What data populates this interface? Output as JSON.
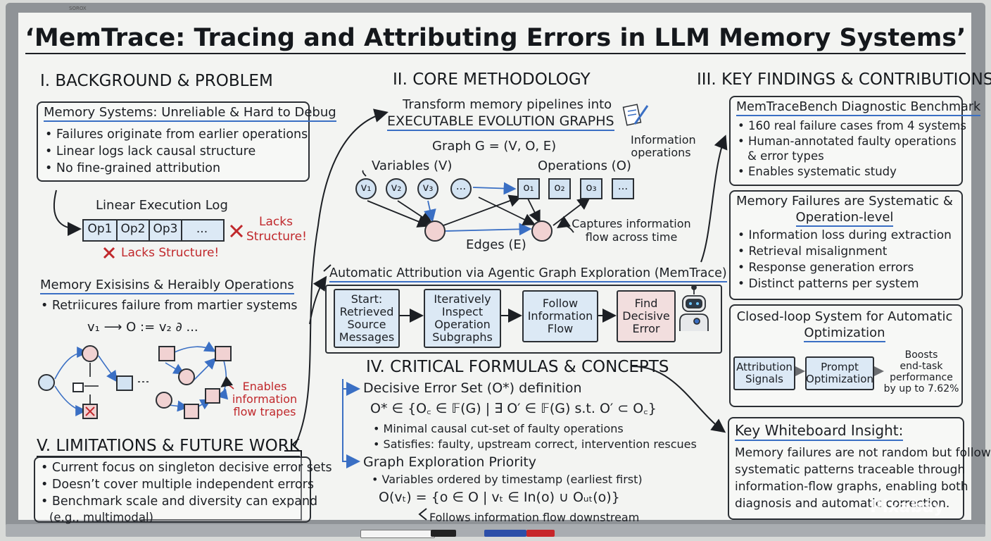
{
  "title": "‘MemTrace: Tracing and Attributing Errors in LLM Memory Systems’",
  "board_label": "SOROX",
  "section1": {
    "heading": "I. BACKGROUND & PROBLEM",
    "box_title": "Memory Systems: Unreliable & Hard to Debug",
    "bullets": [
      "Failures originate from earlier operations",
      "Linear logs lack causal structure",
      "No fine-grained attribution"
    ],
    "log_title": "Linear Execution Log",
    "log_cells": [
      "Op1",
      "Op2",
      "Op3",
      "..."
    ],
    "lacks_a": "Lacks",
    "lacks_b": "Structure!",
    "lacks_bottom": "Lacks Structure!",
    "sub_heading": "Memory Exisisins & Heraibly Operations",
    "sub_bullet": "Retriicures failure from martier systems",
    "formula": "v₁ ⟶ O := v₂ ∂ ...",
    "enables": [
      "Enables",
      "information",
      "flow trapes"
    ]
  },
  "section2": {
    "heading": "II. CORE METHODOLOGY",
    "line1": "Transform memory pipelines into",
    "line2": "EXECUTABLE EVOLUTION GRAPHS",
    "graph": "Graph G = (V, O, E)",
    "variables": "Variables (V)",
    "operations": "Operations (O)",
    "info_ops_a": "Information",
    "info_ops_b": "operations",
    "var_nodes": [
      "v₁",
      "v₂",
      "v₃",
      "..."
    ],
    "op_nodes": [
      "o₁",
      "o₂",
      "o₃",
      "..."
    ],
    "edges": "Edges (E)",
    "captures_a": "Captures information",
    "captures_b": "flow across time",
    "attribution": "Automatic Attribution via Agentic Graph Exploration (MemTrace)",
    "steps": [
      [
        "Start:",
        "Retrieved",
        "Source",
        "Messages"
      ],
      [
        "Iteratively",
        "Inspect",
        "Operation",
        "Subgraphs"
      ],
      [
        "Follow",
        "Information",
        "Flow"
      ],
      [
        "Find",
        "Decisive",
        "Error"
      ]
    ]
  },
  "section3": {
    "heading": "III. KEY FINDINGS & CONTRIBUTIONS",
    "box1_title": "MemTraceBench Diagnostic Benchmark",
    "box1_bullets": [
      "160 real failure cases from 4 systems",
      "Human-annotated faulty operations",
      "& error types",
      "Enables systematic study"
    ],
    "box2_title_a": "Memory Failures are Systematic &",
    "box2_title_b": "Operation-level",
    "box2_bullets": [
      "Information loss during extraction",
      "Retrieval misalignment",
      "Response generation errors",
      "Distinct patterns per system"
    ],
    "box3_title_a": "Closed-loop System for Automatic",
    "box3_title_b": "Optimization",
    "flow_a": [
      "Attribution",
      "Signals"
    ],
    "flow_b": [
      "Prompt",
      "Optimization"
    ],
    "boosts": [
      "Boosts",
      "end-task",
      "performance",
      "by up to 7.62%"
    ]
  },
  "section4": {
    "heading": "IV. CRITICAL FORMULAS & CONCEPTS",
    "sub1": "Decisive Error Set (O*) definition",
    "formula1": "O* ∈ {O꜀ ∈ 𝔽(G) | ∃ O′ ∈ 𝔽(G) s.t. O′ ⊂ O꜀}",
    "b1": "Minimal causal cut-set of faulty operations",
    "b2": "Satisfies: faulty, upstream correct, intervention rescues",
    "sub2": "Graph Exploration Priority",
    "b3": "Variables ordered by timestamp (earliest first)",
    "formula2": "O(vₜ) = {o ∈ O | vₜ ∈ In(o) ∪ Oᵤₜ(o)}",
    "follows": "Follows information flow downstream"
  },
  "section5": {
    "heading": "V. LIMITATIONS & FUTURE WORK",
    "bullets": [
      "Current focus on singleton decisive error sets",
      "Doesn’t cover multiple independent errors",
      "Benchmark scale and diversity can expand"
    ],
    "tail": "(e.g., multimodal)"
  },
  "insight": {
    "title": "Key Whiteboard Insight:",
    "lines": [
      "Memory failures are not random but follow",
      "systematic patterns traceable through",
      "information-flow graphs, enabling both",
      "diagnosis and automatic correction."
    ]
  },
  "watermark": "Pixabay"
}
